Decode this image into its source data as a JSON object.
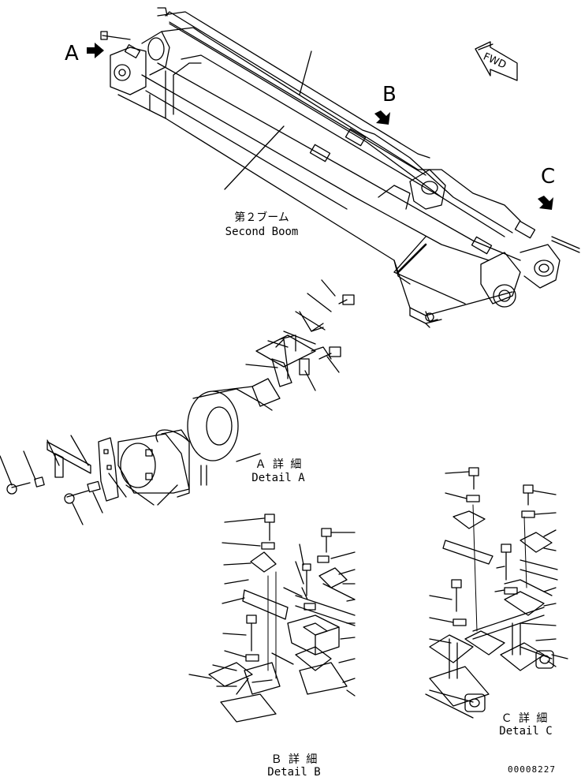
{
  "callouts": {
    "a": "A",
    "b": "B",
    "c": "C"
  },
  "fwd": "FWD",
  "second_boom": {
    "jp": "第２ブーム",
    "en": "Second Boom"
  },
  "detail_a": {
    "jp": "Ａ 詳 細",
    "en": "Detail A"
  },
  "detail_b": {
    "jp": "Ｂ 詳 細",
    "en": "Detail B"
  },
  "detail_c": {
    "jp": "Ｃ 詳 細",
    "en": "Detail C"
  },
  "drawing_number": "00008227"
}
